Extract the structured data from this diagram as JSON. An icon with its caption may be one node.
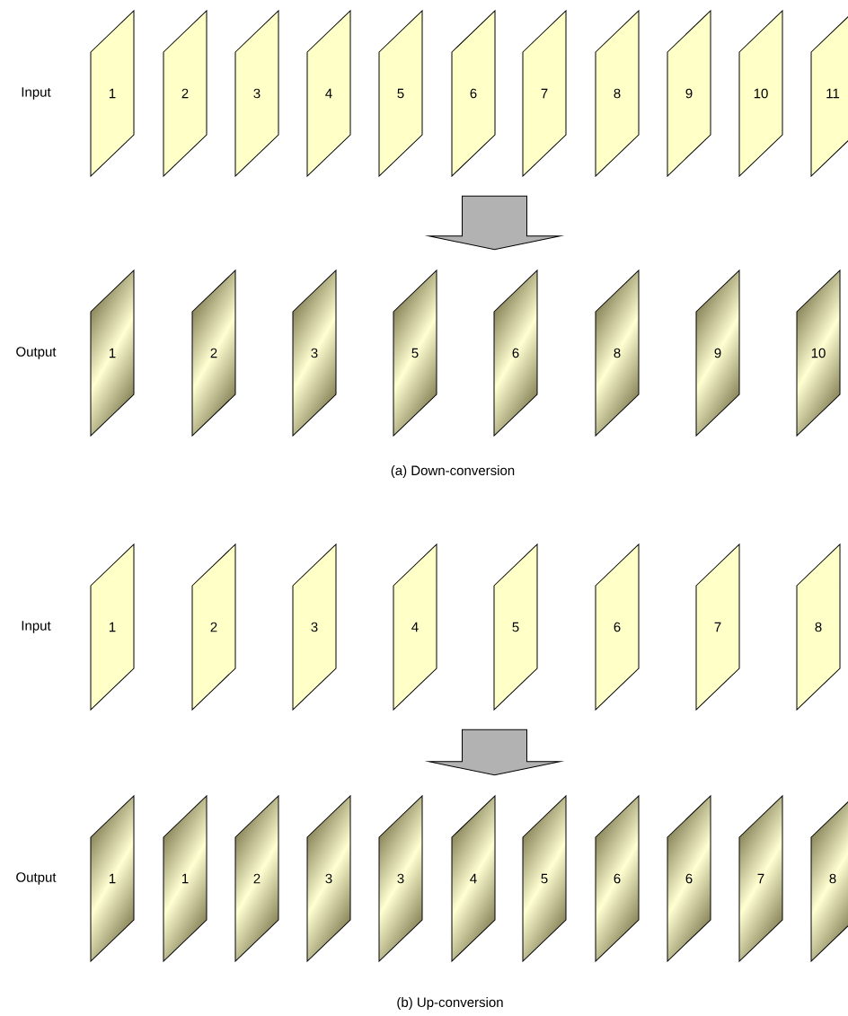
{
  "diagram": {
    "nodes": [
      {
        "text": [
          "1"
        ]
      },
      {
        "text": [
          "2"
        ]
      },
      {
        "text": [
          "3"
        ]
      },
      {
        "text": [
          "4"
        ]
      },
      {
        "text": [
          "5"
        ]
      },
      {
        "text": [
          "6"
        ]
      },
      {
        "text": [
          "7"
        ]
      },
      {
        "text": [
          "8"
        ]
      },
      {
        "text": [
          "9"
        ]
      },
      {
        "text": [
          "10"
        ]
      },
      {
        "text": [
          "11"
        ]
      },
      {
        "text": [
          "1"
        ]
      },
      {
        "text": [
          "2"
        ]
      },
      {
        "text": [
          "3"
        ]
      },
      {
        "text": [
          "5"
        ]
      },
      {
        "text": [
          "6"
        ]
      },
      {
        "text": [
          "8"
        ]
      },
      {
        "text": [
          "9"
        ]
      },
      {
        "text": [
          "10"
        ]
      },
      {
        "text": [
          "1"
        ]
      },
      {
        "text": [
          "2"
        ]
      },
      {
        "text": [
          "3"
        ]
      },
      {
        "text": [
          "4"
        ]
      },
      {
        "text": [
          "5"
        ]
      },
      {
        "text": [
          "6"
        ]
      },
      {
        "text": [
          "7"
        ]
      },
      {
        "text": [
          "8"
        ]
      },
      {
        "text": [
          "1"
        ]
      },
      {
        "text": [
          "1"
        ]
      },
      {
        "text": [
          "2"
        ]
      },
      {
        "text": [
          "3"
        ]
      },
      {
        "text": [
          "3"
        ]
      },
      {
        "text": [
          "4"
        ]
      },
      {
        "text": [
          "5"
        ]
      },
      {
        "text": [
          "6"
        ]
      },
      {
        "text": [
          "6"
        ]
      },
      {
        "text": [
          "7"
        ]
      },
      {
        "text": [
          "8"
        ]
      }
    ],
    "edges": [
      {
        "from": 5,
        "to": 15,
        "arrow": "to"
      },
      {
        "from": 23,
        "to": 32,
        "arrow": "to"
      }
    ],
    "labels": [
      "Input",
      "Output",
      "(a) Down-conversion",
      "Input",
      "Output",
      "(b) Up-conversion"
    ]
  }
}
